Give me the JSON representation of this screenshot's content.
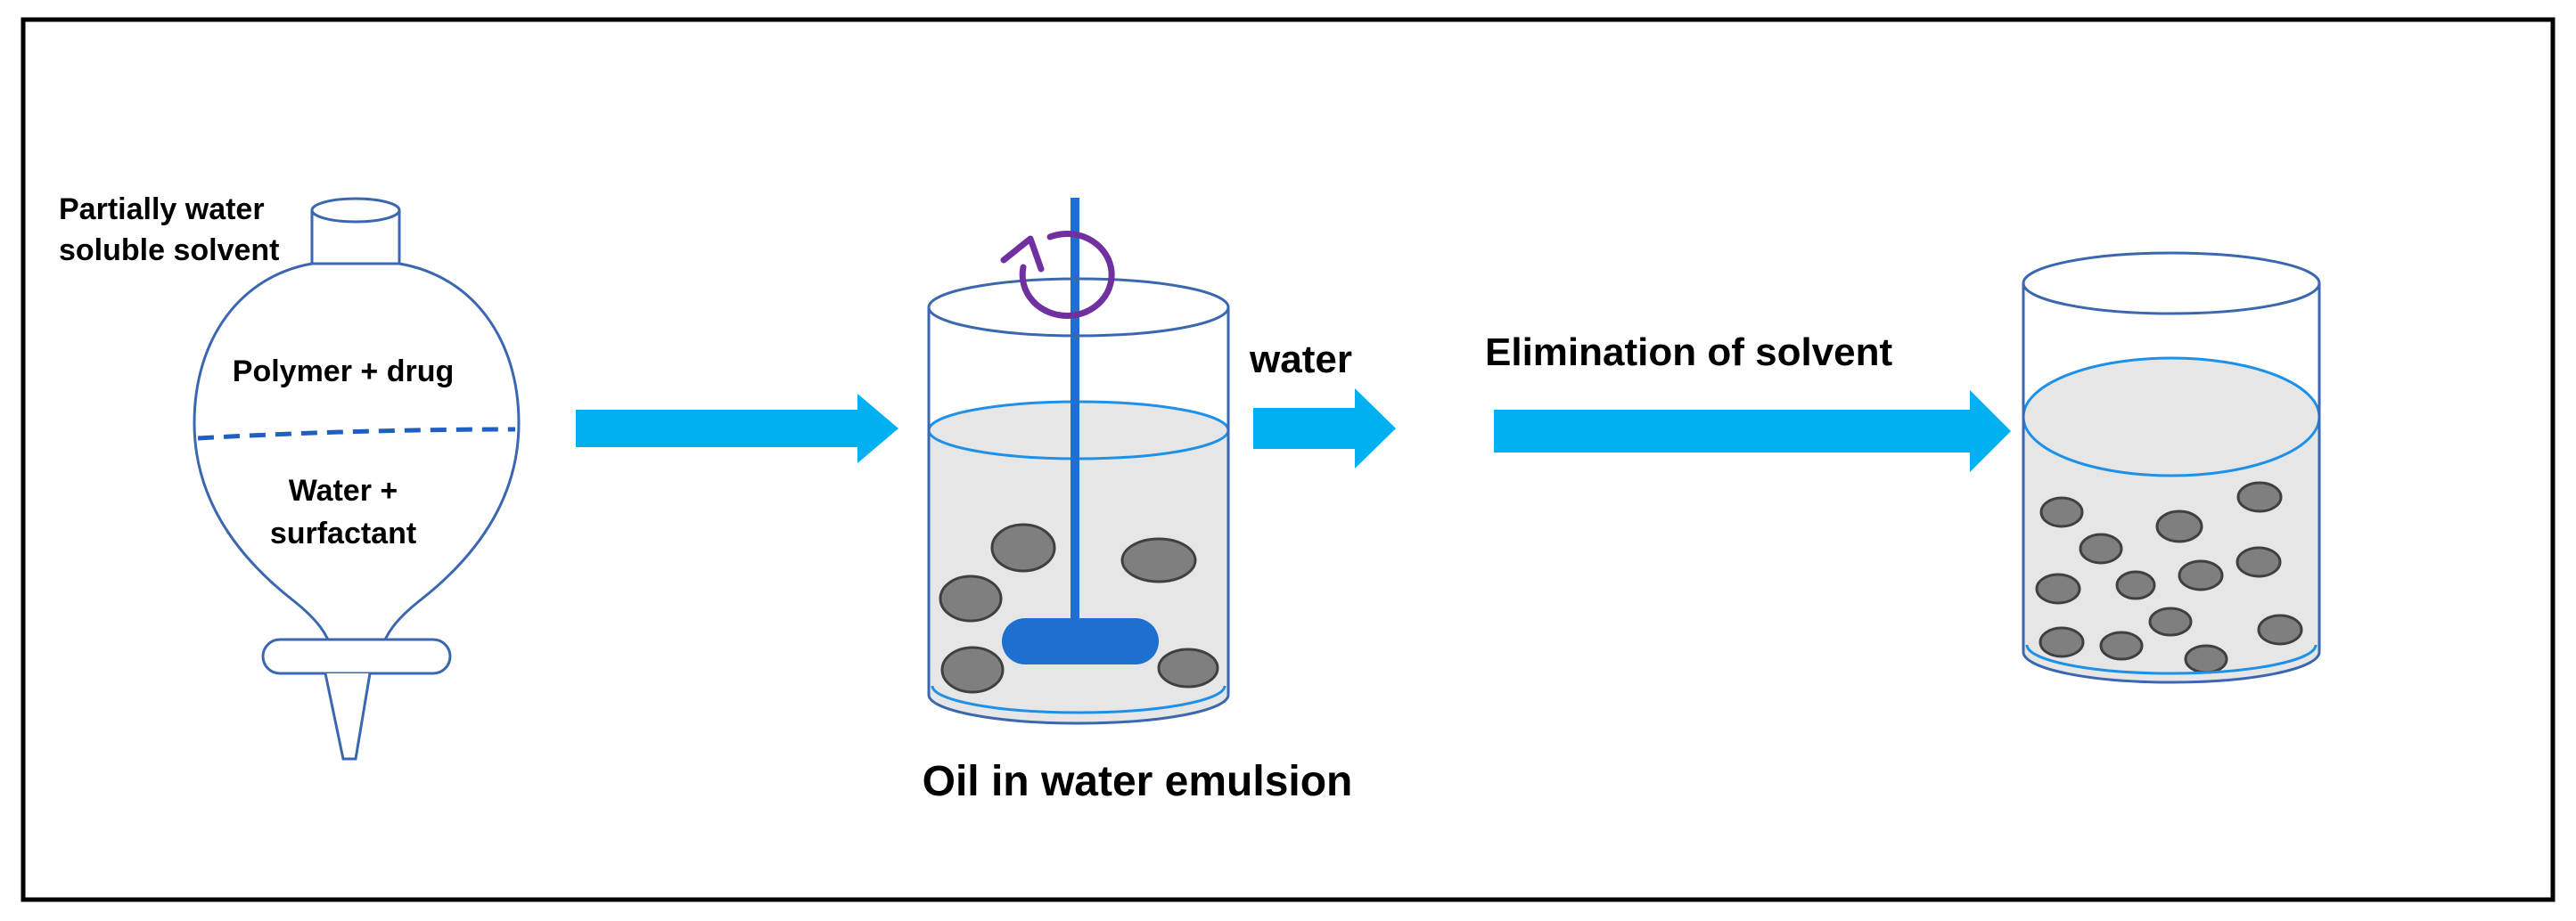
{
  "funnel": {
    "solvent_label_line1": "Partially water",
    "solvent_label_line2": "soluble solvent",
    "upper_phase_label": "Polymer + drug",
    "lower_phase_line1": "Water +",
    "lower_phase_line2": "surfactant"
  },
  "emulsion": {
    "caption": "Oil in water emulsion"
  },
  "arrows": {
    "water_label": "water",
    "elimination_label": "Elimination of solvent"
  },
  "colors": {
    "outline": "#3B67B0",
    "arrow": "#00B0F0",
    "liquid_fill": "#E6E6E6",
    "liquid_surface": "#1E90E8",
    "droplet_fill": "#7F7F7F",
    "droplet_stroke": "#404040",
    "stirrer": "#1F6FD0",
    "rotation_arrow": "#7030A0",
    "frame": "#000000"
  }
}
